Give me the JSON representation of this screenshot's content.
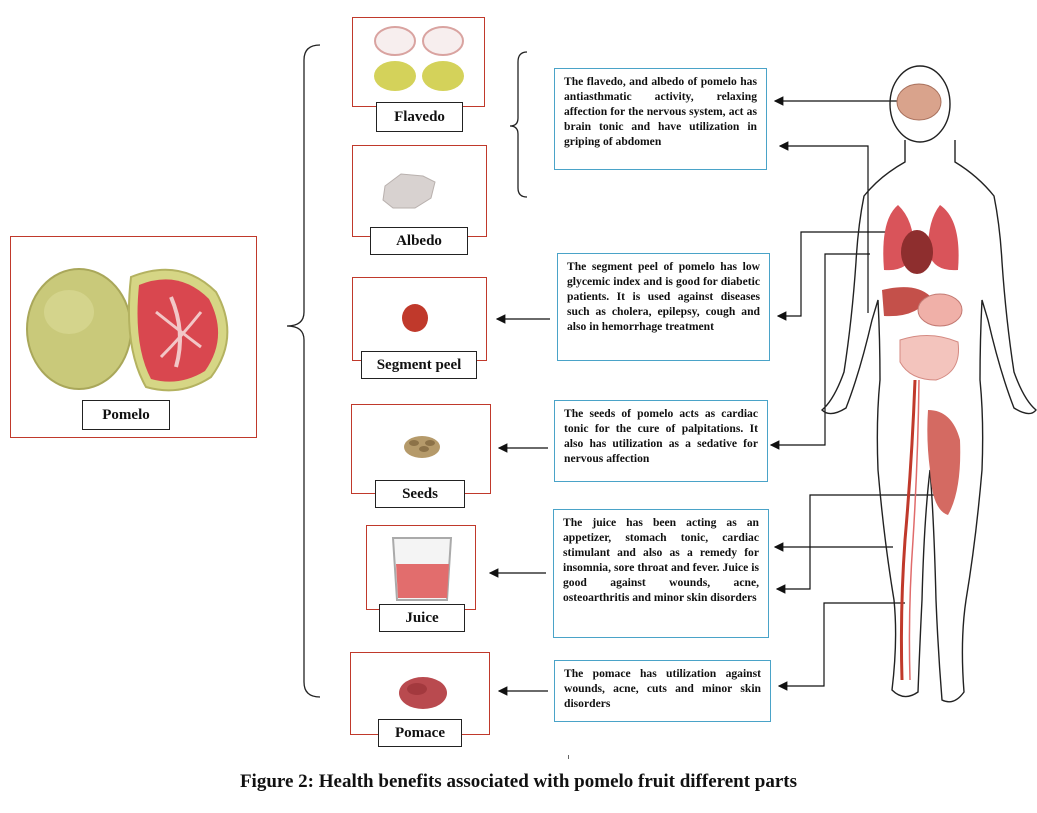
{
  "main": {
    "label": "Pomelo"
  },
  "parts": [
    {
      "label": "Flavedo"
    },
    {
      "label": "Albedo"
    },
    {
      "label": "Segment peel"
    },
    {
      "label": "Seeds"
    },
    {
      "label": "Juice"
    },
    {
      "label": "Pomace"
    }
  ],
  "descriptions": [
    {
      "text": "The flavedo, and albedo of pomelo has antiasthmatic activity, relaxing affection for the nervous system, act as brain tonic and have utilization in griping of abdomen"
    },
    {
      "text": "The segment peel of pomelo has low glycemic index and is good for diabetic patients. It is used against diseases such as cholera, epilepsy, cough and also in hemorrhage treatment"
    },
    {
      "text": "The seeds of pomelo acts as cardiac tonic for the cure of palpitations. It also has utilization as a sedative for nervous affection"
    },
    {
      "text": "The juice has been acting as an appetizer, stomach tonic, cardiac stimulant and also as a remedy for insomnia, sore throat and fever. Juice is good against wounds, acne, osteoarthritis and minor skin disorders"
    },
    {
      "text": "The pomace has utilization against wounds, acne, cuts and minor skin disorders"
    }
  ],
  "caption": "Figure 2: Health benefits associated with pomelo fruit different parts",
  "colors": {
    "box_border": "#c0392b",
    "desc_border": "#4aa3c8",
    "pomelo_rind": "#c9c97a",
    "pomelo_flesh": "#d9474f"
  }
}
